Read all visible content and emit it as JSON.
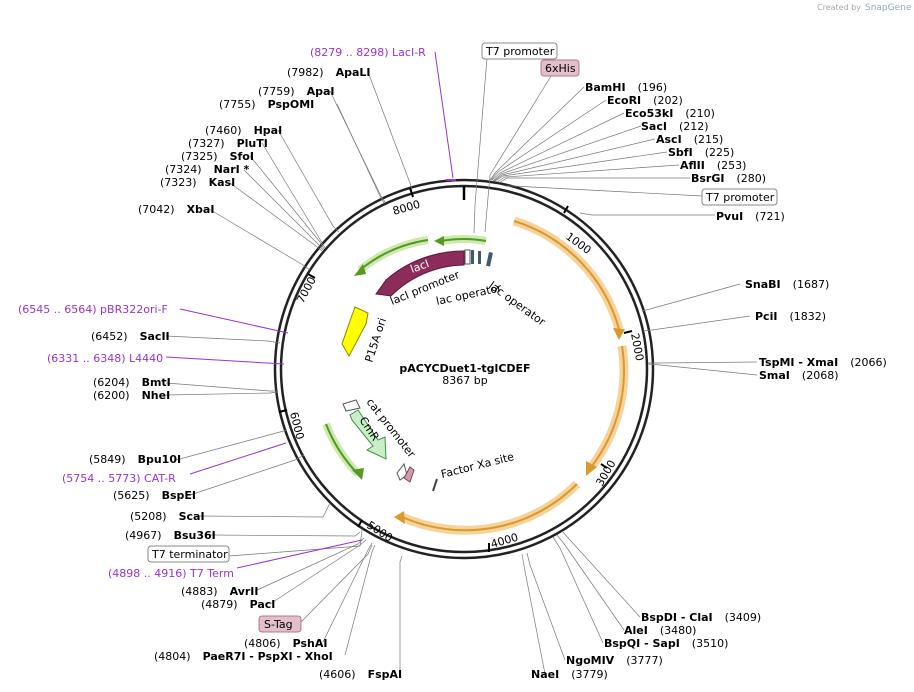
{
  "credit": {
    "prefix": "Created by",
    "brand": "SnapGene"
  },
  "plasmid": {
    "name": "pACYCDuet1-tglCDEF",
    "length_text": "8367 bp",
    "length": 8367
  },
  "ticks": [
    "1000",
    "2000",
    "3000",
    "4000",
    "5000",
    "6000",
    "7000",
    "8000"
  ],
  "sites": [
    {
      "pos": "(196)",
      "name": "BamHI"
    },
    {
      "pos": "(202)",
      "name": "EcoRI"
    },
    {
      "pos": "(210)",
      "name": "Eco53kI"
    },
    {
      "pos": "(212)",
      "name": "SacI"
    },
    {
      "pos": "(215)",
      "name": "AscI"
    },
    {
      "pos": "(225)",
      "name": "SbfI"
    },
    {
      "pos": "(253)",
      "name": "AflII"
    },
    {
      "pos": "(280)",
      "name": "BsrGI"
    },
    {
      "pos": "(721)",
      "name": "PvuI"
    },
    {
      "pos": "(1687)",
      "name": "SnaBI"
    },
    {
      "pos": "(1832)",
      "name": "PciI"
    },
    {
      "pos": "(2066)",
      "name": "TspMI  - XmaI"
    },
    {
      "pos": "(2068)",
      "name": "SmaI"
    },
    {
      "pos": "(3409)",
      "name": "BspDI  - ClaI"
    },
    {
      "pos": "(3480)",
      "name": "AleI"
    },
    {
      "pos": "(3510)",
      "name": "BspQI  - SapI"
    },
    {
      "pos": "(3777)",
      "name": "NgoMIV"
    },
    {
      "pos": "(3779)",
      "name": "NaeI"
    },
    {
      "pos": "(4606)",
      "name": "FspAI"
    },
    {
      "pos": "(4804)",
      "name": "PaeR7I  - PspXI  - XhoI"
    },
    {
      "pos": "(4806)",
      "name": "PshAI"
    },
    {
      "pos": "(4879)",
      "name": "PacI"
    },
    {
      "pos": "(4883)",
      "name": "AvrII"
    },
    {
      "pos": "(4967)",
      "name": "Bsu36I"
    },
    {
      "pos": "(5208)",
      "name": "ScaI"
    },
    {
      "pos": "(5625)",
      "name": "BspEI"
    },
    {
      "pos": "(5849)",
      "name": "Bpu10I"
    },
    {
      "pos": "(6200)",
      "name": "NheI"
    },
    {
      "pos": "(6204)",
      "name": "BmtI"
    },
    {
      "pos": "(6452)",
      "name": "SacII"
    },
    {
      "pos": "(7042)",
      "name": "XbaI"
    },
    {
      "pos": "(7323)",
      "name": "KasI"
    },
    {
      "pos": "(7324)",
      "name": "NarI *"
    },
    {
      "pos": "(7325)",
      "name": "SfoI"
    },
    {
      "pos": "(7327)",
      "name": "PluTI"
    },
    {
      "pos": "(7460)",
      "name": "HpaI"
    },
    {
      "pos": "(7755)",
      "name": "PspOMI"
    },
    {
      "pos": "(7759)",
      "name": "ApaI"
    },
    {
      "pos": "(7982)",
      "name": "ApaLI"
    }
  ],
  "primers": [
    {
      "text": "(8279 .. 8298)  LacI-R"
    },
    {
      "text": "(6545 .. 6564)  pBR322ori-F"
    },
    {
      "text": "(6331 .. 6348)  L4440"
    },
    {
      "text": "(5754 .. 5773)  CAT-R"
    },
    {
      "text": "(4898 .. 4916)  T7 Term"
    }
  ],
  "boxed": [
    {
      "text": "T7 promoter",
      "style": "white"
    },
    {
      "text": "6xHis",
      "style": "pink"
    },
    {
      "text": "T7 promoter",
      "style": "white"
    },
    {
      "text": "T7 terminator",
      "style": "white"
    },
    {
      "text": "S-Tag",
      "style": "pink"
    }
  ],
  "features": [
    {
      "text": "lacI",
      "color": "#8b2c5a"
    },
    {
      "text": "lacI promoter"
    },
    {
      "text": "lac operator"
    },
    {
      "text": "lac operator"
    },
    {
      "text": "P15A ori",
      "color": "#ffff00"
    },
    {
      "text": "cat promoter"
    },
    {
      "text": "CmR",
      "color": "#c8f0c8"
    },
    {
      "text": "Factor Xa site"
    }
  ],
  "colors": {
    "orf_orange": "#f5a623",
    "orf_green": "#66aa22",
    "ring": "#222222",
    "primer": "#9933cc"
  }
}
